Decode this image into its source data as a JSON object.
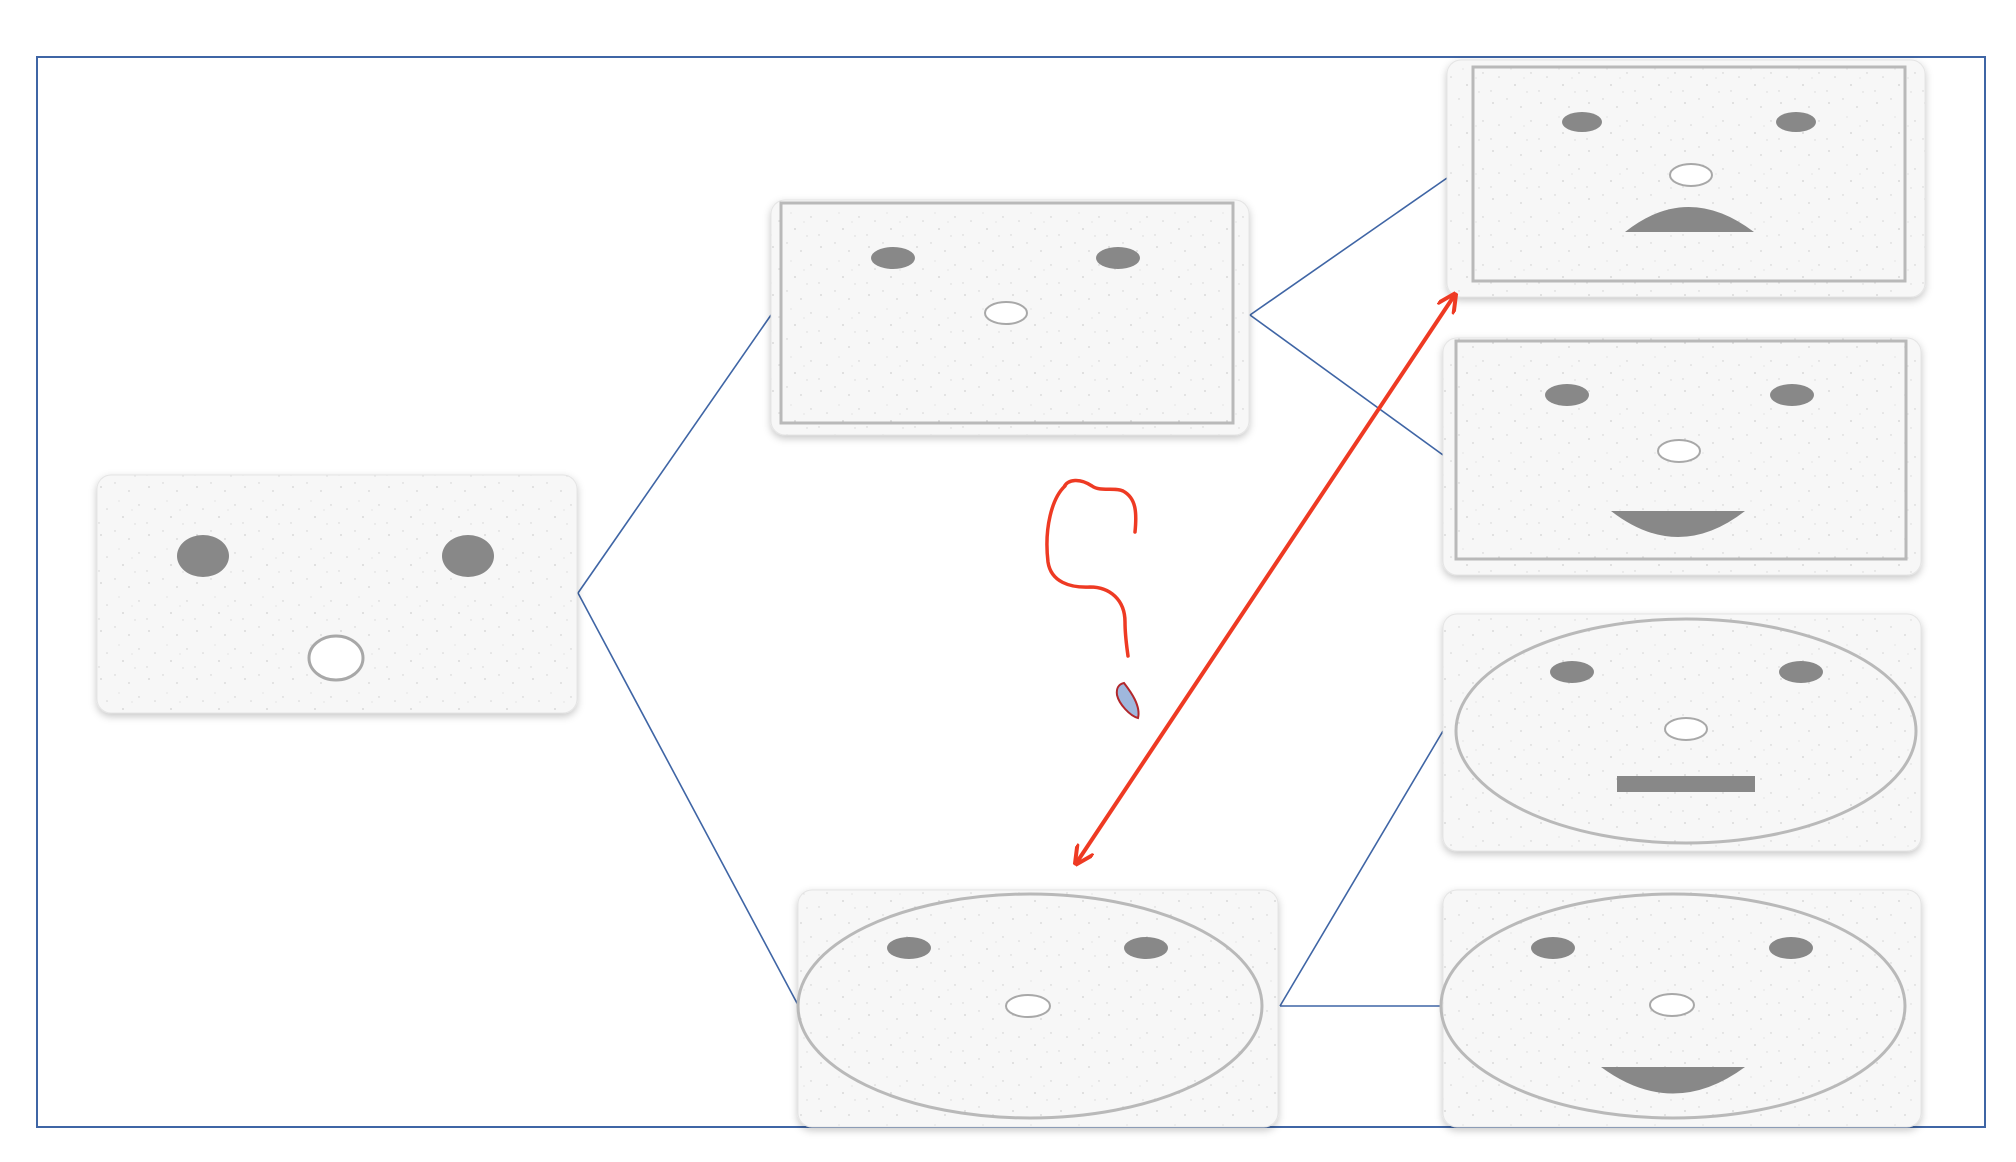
{
  "colors": {
    "frame": "#3f65a5",
    "connector": "#3f65a5",
    "card_bg": "#f6f6f6",
    "card_border": "#dcdcdc",
    "feature": "#888888",
    "nose_fill": "#ffffff",
    "nose_stroke": "#a8a8a8",
    "inner_outline": "#b9b9b9",
    "annotation": "#ee3a23",
    "drop_fill": "#9fb7dd",
    "drop_stroke": "#b2272b"
  },
  "nodes": [
    {
      "id": "root",
      "shape": "none",
      "mouth": "none"
    },
    {
      "id": "square-face",
      "shape": "rectangle",
      "mouth": "none"
    },
    {
      "id": "round-face",
      "shape": "ellipse",
      "mouth": "none"
    },
    {
      "id": "square-sad",
      "shape": "rectangle",
      "mouth": "frown"
    },
    {
      "id": "square-happy",
      "shape": "rectangle",
      "mouth": "smile"
    },
    {
      "id": "round-neutral",
      "shape": "ellipse",
      "mouth": "flat"
    },
    {
      "id": "round-happy",
      "shape": "ellipse",
      "mouth": "smile"
    }
  ],
  "edges": [
    {
      "from": "root",
      "to": "square-face"
    },
    {
      "from": "root",
      "to": "round-face"
    },
    {
      "from": "square-face",
      "to": "square-sad"
    },
    {
      "from": "square-face",
      "to": "square-happy"
    },
    {
      "from": "round-face",
      "to": "round-neutral"
    },
    {
      "from": "round-face",
      "to": "round-happy"
    }
  ],
  "annotations": {
    "double_arrow": {
      "between": [
        "round-face",
        "square-sad"
      ]
    },
    "handwritten_mark": "?"
  }
}
